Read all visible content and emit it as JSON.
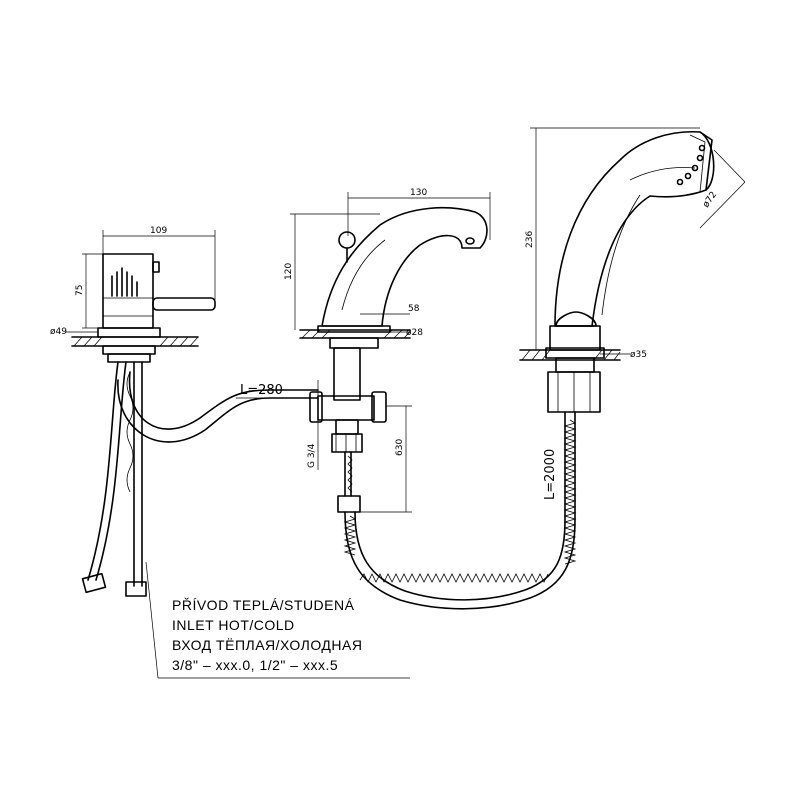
{
  "dimensions": {
    "d109": "109",
    "d75": "75",
    "d49": "ø49",
    "d130": "130",
    "d120": "120",
    "d58": "58",
    "d28": "ø28",
    "d236": "236",
    "d72": "ø72",
    "d35": "ø35",
    "d630": "630",
    "thread": "G 3/4",
    "hose_short": "L=280",
    "hose_long": "L=2000"
  },
  "note": {
    "line1": "PŘÍVOD TEPLÁ/STUDENÁ",
    "line2": "INLET HOT/COLD",
    "line3": "ВХОД ТЁПЛАЯ/ХОЛОДНАЯ",
    "line4": "3/8\" – xxx.0,  1/2\" – xxx.5"
  }
}
